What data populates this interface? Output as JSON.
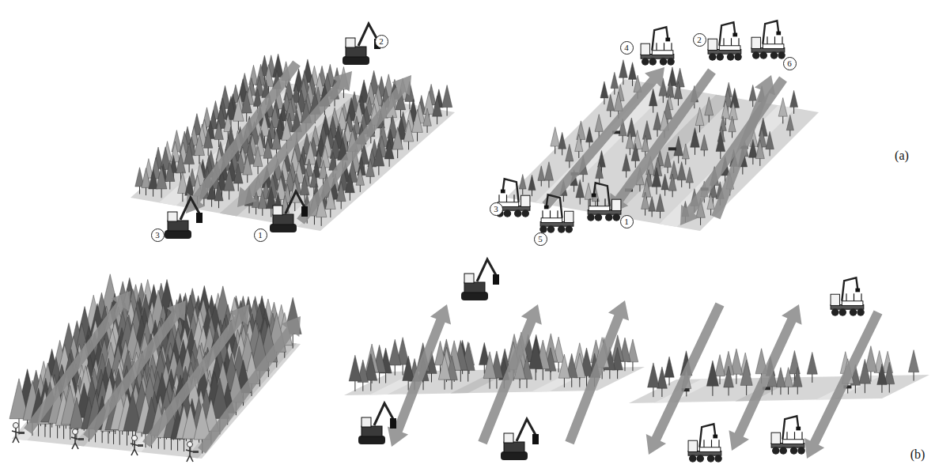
{
  "diagram": {
    "labels": [
      "2",
      "3",
      "1",
      "4",
      "2",
      "6",
      "3",
      "5",
      "1",
      "(a)",
      "(b)"
    ]
  }
}
